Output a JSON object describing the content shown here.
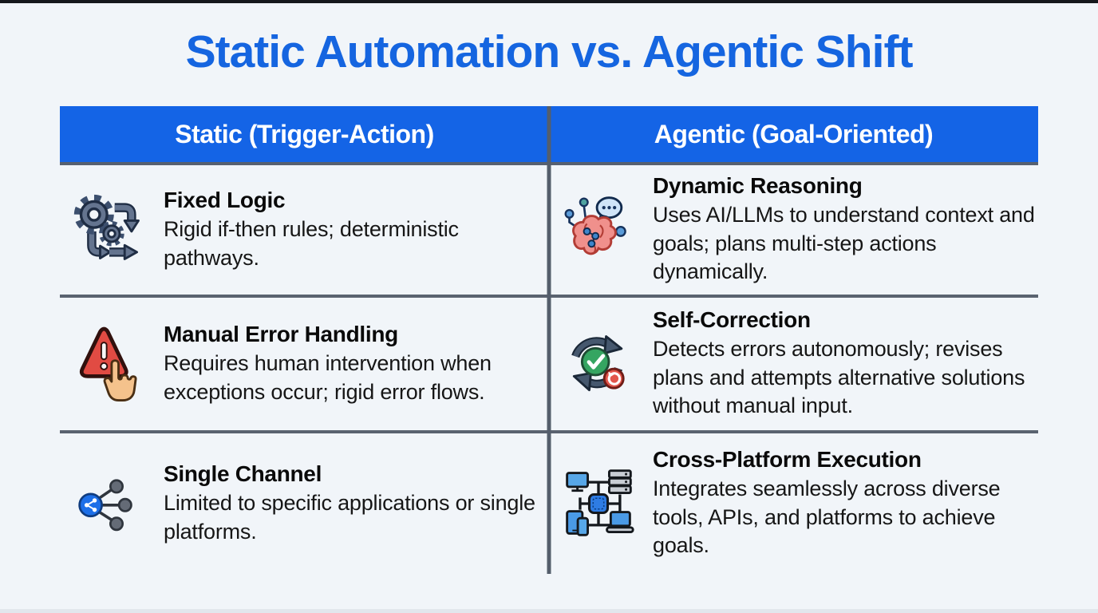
{
  "page": {
    "title": "Static Automation vs. Agentic Shift"
  },
  "colors": {
    "background": "#F1F5F9",
    "title_blue": "#1565E0",
    "header_blue": "#1464E6",
    "header_text": "#FFFFFF",
    "divider_gray": "#5A6370",
    "body_text": "#161616",
    "warning_red": "#E14B43",
    "success_green": "#35A561",
    "accent_slate": "#64748F"
  },
  "table": {
    "columns": [
      {
        "id": "static",
        "header": "Static (Trigger-Action)"
      },
      {
        "id": "agentic",
        "header": "Agentic (Goal-Oriented)"
      }
    ],
    "rows": [
      {
        "static": {
          "icon": "workflow-gears-icon",
          "title": "Fixed Logic",
          "description": "Rigid if-then rules; deterministic pathways."
        },
        "agentic": {
          "icon": "ai-brain-icon",
          "title": "Dynamic Reasoning",
          "description": "Uses AI/LLMs to understand context and goals; plans multi-step actions dynamically."
        }
      },
      {
        "static": {
          "icon": "warning-hand-icon",
          "title": "Manual Error Handling",
          "description": "Requires human intervention when exceptions occur; rigid error flows."
        },
        "agentic": {
          "icon": "self-correction-cycle-icon",
          "title": "Self-Correction",
          "description": "Detects errors autonomously; revises plans and attempts alternative solutions without manual input."
        }
      },
      {
        "static": {
          "icon": "share-network-icon",
          "title": "Single Channel",
          "description": "Limited to specific applications or single platforms."
        },
        "agentic": {
          "icon": "connected-devices-icon",
          "title": "Cross-Platform Execution",
          "description": "Integrates seamlessly across diverse tools, APIs, and platforms to achieve goals."
        }
      }
    ]
  }
}
